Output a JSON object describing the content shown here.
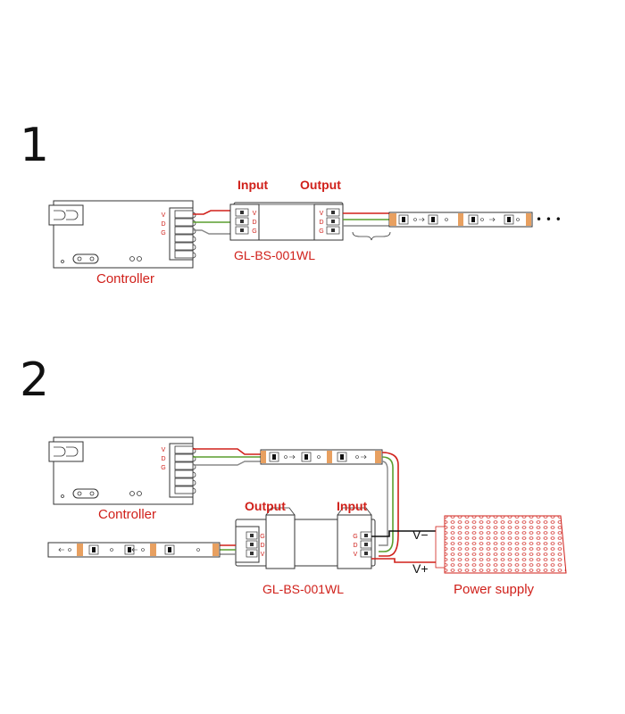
{
  "steps": [
    {
      "number": "1",
      "controller_label": "Controller",
      "controller_pins": [
        "V",
        "D",
        "G"
      ],
      "input_label": "Input",
      "output_label": "Output",
      "device_label": "GL-BS-001WL",
      "input_pins": [
        "V",
        "D",
        "G"
      ],
      "output_pins": [
        "V",
        "D",
        "G"
      ],
      "ellipsis": "• • •"
    },
    {
      "number": "2",
      "controller_label": "Controller",
      "controller_pins": [
        "V",
        "D",
        "G"
      ],
      "output_label": "Output",
      "input_label": "Input",
      "device_label": "GL-BS-001WL",
      "output_pins": [
        "G",
        "D",
        "V"
      ],
      "input_pins": [
        "G",
        "D",
        "V"
      ],
      "power_supply_label": "Power supply",
      "v_minus": "V−",
      "v_plus": "V+"
    }
  ],
  "colors": {
    "label_red": "#d0201a",
    "wire_red": "#d0201a",
    "wire_green": "#5a9e2e",
    "wire_white": "#888888",
    "led_orange": "#e8a060",
    "ink": "#333333"
  }
}
